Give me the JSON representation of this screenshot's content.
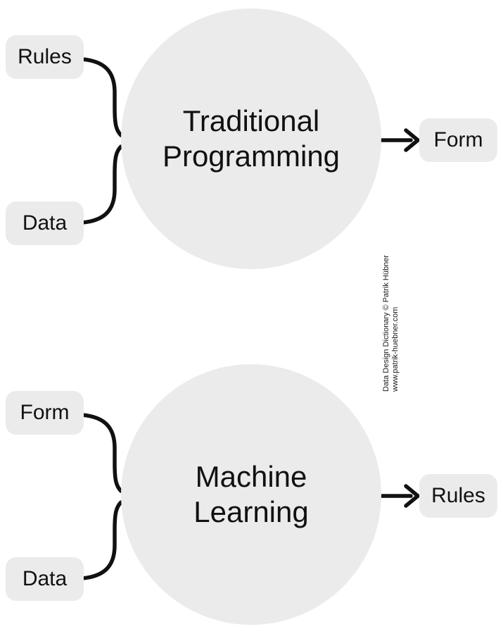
{
  "colors": {
    "background": "#ffffff",
    "shape_fill": "#ebebeb",
    "line_stroke": "#111111",
    "text": "#111111"
  },
  "panels": [
    {
      "name": "traditional-programming",
      "title_line1": "Traditional",
      "title_line2": "Programming",
      "input_top": "Rules",
      "input_bottom": "Data",
      "output": "Form"
    },
    {
      "name": "machine-learning",
      "title_line1": "Machine",
      "title_line2": "Learning",
      "input_top": "Form",
      "input_bottom": "Data",
      "output": "Rules"
    }
  ],
  "credit": {
    "line1": "Data Design Dictionary © Patrik Hübner",
    "line2": "www.patrik-huebner.com"
  }
}
